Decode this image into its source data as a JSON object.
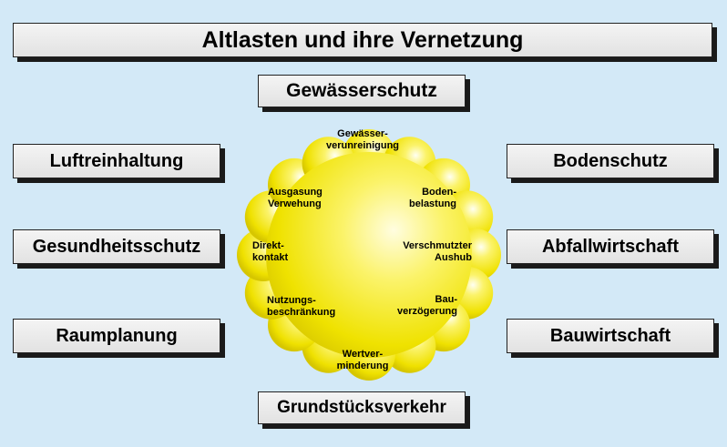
{
  "title": "Altlasten und ihre Vernetzung",
  "boxes": {
    "top": "Gewässerschutz",
    "left_top": "Luftreinhaltung",
    "left_mid": "Gesundheitsschutz",
    "left_bottom": "Raumplanung",
    "right_top": "Bodenschutz",
    "right_mid": "Abfallwirtschaft",
    "right_bottom": "Bauwirtschaft",
    "bottom": "Grundstücksverkehr"
  },
  "sun_labels": {
    "top": [
      "Gewässer-",
      "verunreinigung"
    ],
    "upper_right": [
      "Boden-",
      "belastung"
    ],
    "right": [
      "Verschmutzter",
      "Aushub"
    ],
    "lower_right": [
      "Bau-",
      "verzögerung"
    ],
    "bottom": [
      "Wertver-",
      "minderung"
    ],
    "lower_left": [
      "Nutzungs-",
      "beschränkung"
    ],
    "left": [
      "Direkt-",
      "kontakt"
    ],
    "upper_left": [
      "Ausgasung",
      "Verwehung"
    ]
  },
  "colors": {
    "background": "#d3e9f7",
    "sun": "#f2e600",
    "box": "#ececec"
  }
}
